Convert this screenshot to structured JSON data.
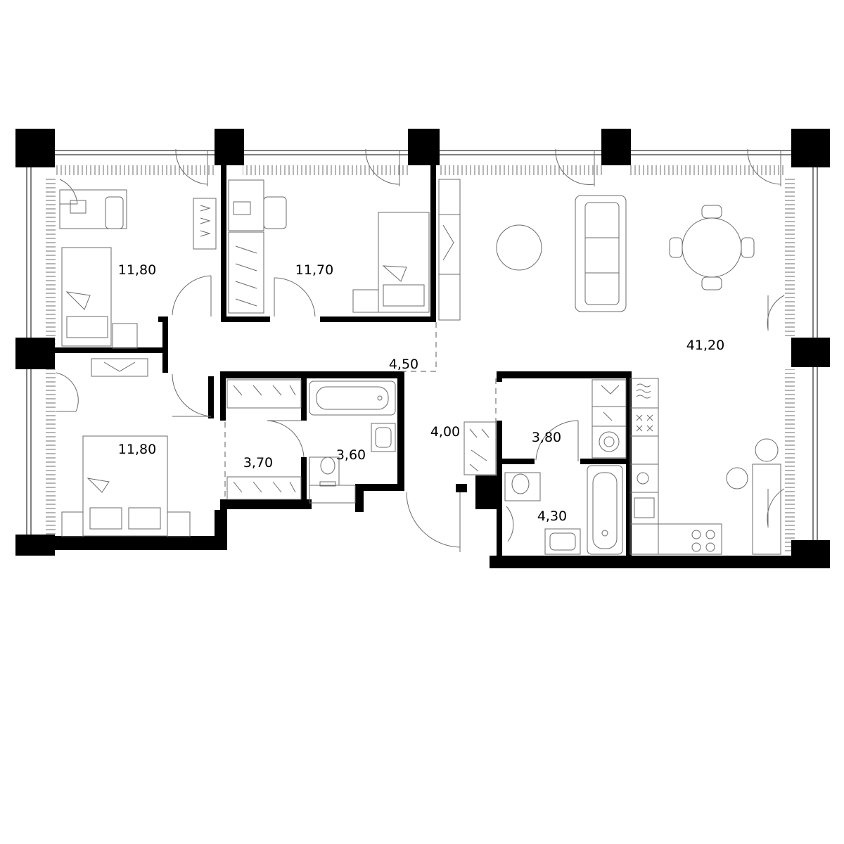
{
  "rooms": [
    {
      "key": "bedroom_top_left",
      "area": "11,80"
    },
    {
      "key": "bedroom_top_middle",
      "area": "11,70"
    },
    {
      "key": "bedroom_bottom_left",
      "area": "11,80"
    },
    {
      "key": "hall",
      "area": "4,50"
    },
    {
      "key": "wardrobe",
      "area": "3,70"
    },
    {
      "key": "bathroom_small",
      "area": "3,60"
    },
    {
      "key": "entrance",
      "area": "4,00"
    },
    {
      "key": "laundry",
      "area": "3,80"
    },
    {
      "key": "bathroom_large",
      "area": "4,30"
    },
    {
      "key": "living_kitchen",
      "area": "41,20"
    }
  ],
  "colors": {
    "walls": "#000000",
    "furniture": "#6b6b6b",
    "background": "#ffffff"
  }
}
